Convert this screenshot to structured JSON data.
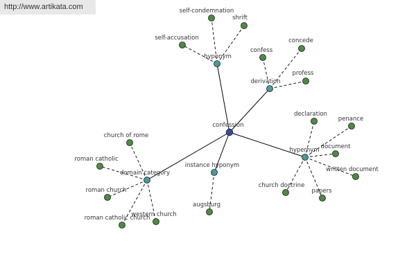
{
  "banner": {
    "url": "http://www.artikata.com"
  },
  "colors": {
    "center": "#3a4a9a",
    "category": "#4a9a9a",
    "leaf": "#4e8a42",
    "edge": "#000000"
  },
  "graph": {
    "center": {
      "id": "confession",
      "label": "confession"
    },
    "categories": [
      {
        "id": "hyponym",
        "label": "hyponym",
        "leaves": [
          "self-condemnation",
          "shrift",
          "self-accusation"
        ]
      },
      {
        "id": "derivation",
        "label": "derivation",
        "leaves": [
          "confess",
          "concede",
          "profess"
        ]
      },
      {
        "id": "hypernym",
        "label": "hypernym",
        "leaves": [
          "declaration",
          "penance",
          "document",
          "written document",
          "papers",
          "church doctrine"
        ]
      },
      {
        "id": "instance-hyponym",
        "label": "instance hyponym",
        "leaves": [
          "augsburg"
        ]
      },
      {
        "id": "domain-category",
        "label": "domain category",
        "leaves": [
          "church of rome",
          "roman catholic",
          "roman church",
          "roman catholic church",
          "western church"
        ]
      }
    ]
  }
}
